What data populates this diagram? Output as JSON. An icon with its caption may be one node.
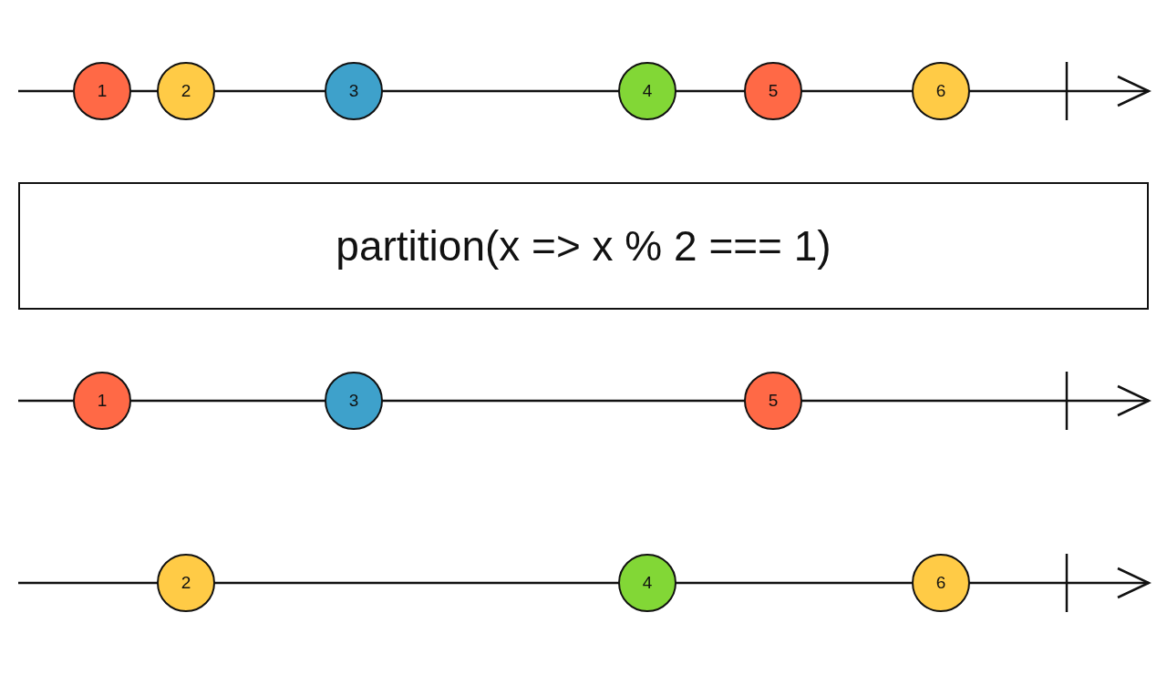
{
  "diagram": {
    "nodes": [
      {
        "text": [
          "1"
        ]
      },
      {
        "text": [
          "2"
        ]
      },
      {
        "text": [
          "3"
        ]
      },
      {
        "text": [
          "4"
        ]
      },
      {
        "text": [
          "5"
        ]
      },
      {
        "text": [
          "6"
        ]
      },
      {
        "text": [
          "partition(x => x % 2 === 1)"
        ]
      },
      {
        "text": [
          "1"
        ]
      },
      {
        "text": [
          "3"
        ]
      },
      {
        "text": [
          "5"
        ]
      },
      {
        "text": [
          "2"
        ]
      },
      {
        "text": [
          "4"
        ]
      },
      {
        "text": [
          "6"
        ]
      }
    ]
  }
}
